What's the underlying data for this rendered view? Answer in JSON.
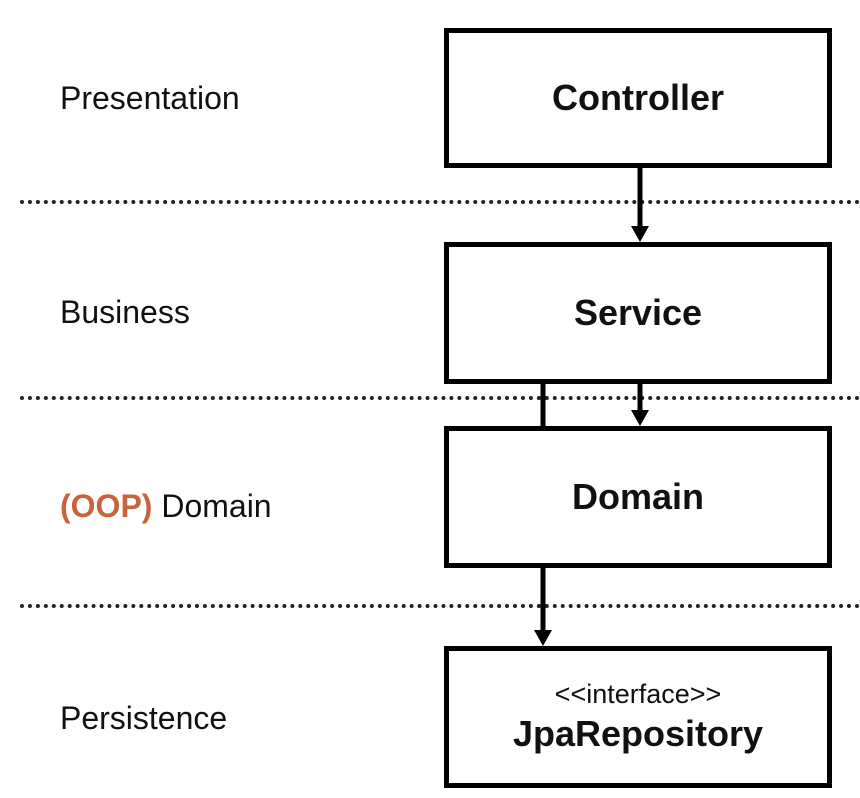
{
  "layers": {
    "presentation": "Presentation",
    "business": "Business",
    "domain_prefix": "(OOP)",
    "domain": "Domain",
    "persistence": "Persistence"
  },
  "boxes": {
    "controller": "Controller",
    "service": "Service",
    "domain": "Domain",
    "repository_stereotype": "<<interface>>",
    "repository": "JpaRepository"
  },
  "colors": {
    "accent": "#c9633e",
    "stroke": "#000000"
  }
}
